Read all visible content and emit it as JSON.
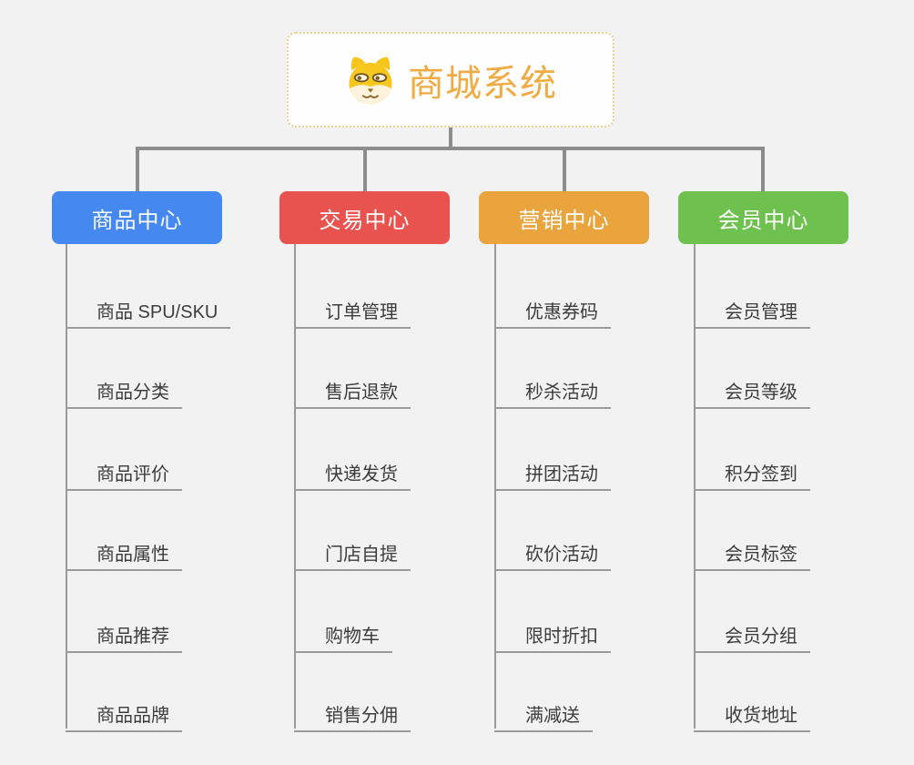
{
  "diagram": {
    "background_color": "#f2f2f2",
    "connector_color": "#8c8c8c",
    "item_line_color": "#9a9a9a",
    "item_text_color": "#3c3c3c"
  },
  "root": {
    "title": "商城系统",
    "title_color": "#f0ab43",
    "border_color": "#f3cd8e",
    "icon": "dog-face-icon"
  },
  "branches": [
    {
      "label": "商品中心",
      "color": "#4589f0",
      "items": [
        "商品 SPU/SKU",
        "商品分类",
        "商品评价",
        "商品属性",
        "商品推荐",
        "商品品牌"
      ]
    },
    {
      "label": "交易中心",
      "color": "#e8534f",
      "items": [
        "订单管理",
        "售后退款",
        "快递发货",
        "门店自提",
        "购物车",
        "销售分佣"
      ]
    },
    {
      "label": "营销中心",
      "color": "#e9a43d",
      "items": [
        "优惠券码",
        "秒杀活动",
        "拼团活动",
        "砍价活动",
        "限时折扣",
        "满减送"
      ]
    },
    {
      "label": "会员中心",
      "color": "#6fc14f",
      "items": [
        "会员管理",
        "会员等级",
        "积分签到",
        "会员标签",
        "会员分组",
        "收货地址"
      ]
    }
  ]
}
